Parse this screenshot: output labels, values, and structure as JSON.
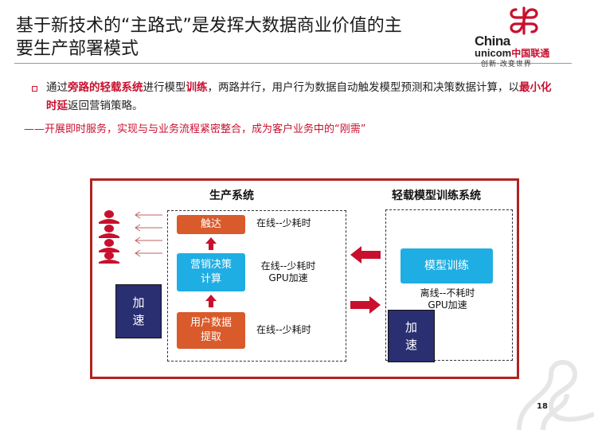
{
  "header": {
    "title_line1": "基于新技术的“主路式”是发挥大数据商业价值的主",
    "title_line2": "要生产部署模式",
    "logo_en_1": "China",
    "logo_en_2": "unicom",
    "logo_cn": "中国联通",
    "slogan": "创新·改变世界"
  },
  "bullet": {
    "p1": "通过",
    "r1": "旁路的轻载系统",
    "p2": "进行模型",
    "r2": "训练",
    "p3": "，两路并行，用户行为数据自动触发模型预测和决策数据计算，以",
    "r3": "最小化时延",
    "p4": "返回营销策略。"
  },
  "subline": "——开展即时服务，实现与与业务流程紧密整合，成为客户业务中的“刚需”",
  "diagram": {
    "production_title": "生产系统",
    "training_title": "轻载模型训练系统",
    "reach": "触达",
    "decision_l1": "营销决策",
    "decision_l2": "计算",
    "extract_l1": "用户数据",
    "extract_l2": "提取",
    "online_low": "在线--少耗时",
    "online_low_2": "在线--少耗时",
    "online_gpu_1": "在线--少耗时",
    "online_gpu_2": "GPU加速",
    "model_training": "模型训练",
    "offline_1": "离线--不耗时",
    "offline_2": "GPU加速",
    "accel_left_1": "加",
    "accel_left_2": "速",
    "accel_right_1": "加",
    "accel_right_2": "速"
  },
  "page_number": "18",
  "colors": {
    "brand_red": "#c8102e",
    "node_orange": "#d95a2b",
    "node_blue": "#1faee3",
    "accel_navy": "#2a2f72",
    "frame_red": "#b22222"
  }
}
